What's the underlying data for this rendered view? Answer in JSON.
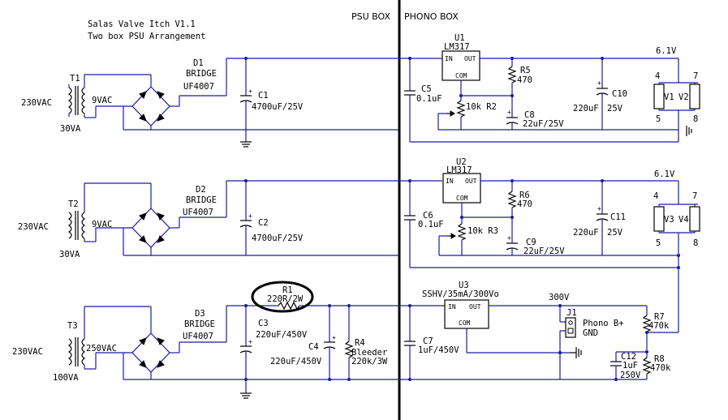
{
  "title": {
    "line1": "Salas Valve Itch V1.1",
    "line2": "Two box PSU Arrangement"
  },
  "section_labels": {
    "psu": "PSU BOX",
    "phono": "PHONO BOX"
  },
  "row1": {
    "t_ref": "T1",
    "t_primary": "230VAC",
    "t_secondary": "9VAC",
    "t_rating": "30VA",
    "d_ref": "D1",
    "d_type": "BRIDGE",
    "d_part": "UF4007",
    "c1_ref": "C1",
    "c1_val": "4700uF/25V",
    "c5_ref": "C5",
    "c5_val": "0.1uF",
    "u_ref": "U1",
    "u_part": "LM317",
    "pin_in": "IN",
    "pin_out": "OUT",
    "pin_com": "COM",
    "r5_ref": "R5",
    "r5_val": "470",
    "r2_text": "10k R2",
    "c8_ref": "C8",
    "c8_val": "22uF/25V",
    "c10_ref": "C10",
    "c10_val": "220uF",
    "c10_v": "25V",
    "vout": "6.1V",
    "pin4": "4",
    "pin7": "7",
    "pin5": "5",
    "pin8": "8",
    "valve_a": "V1",
    "valve_b": "V2"
  },
  "row2": {
    "t_ref": "T2",
    "t_primary": "230VAC",
    "t_secondary": "9VAC",
    "t_rating": "30VA",
    "d_ref": "D2",
    "d_type": "BRIDGE",
    "d_part": "UF4007",
    "c2_ref": "C2",
    "c2_val": "4700uF/25V",
    "c6_ref": "C6",
    "c6_val": "0.1uF",
    "u_ref": "U2",
    "u_part": "LM317",
    "pin_in": "IN",
    "pin_out": "OUT",
    "pin_com": "COM",
    "r6_ref": "R6",
    "r6_val": "470",
    "r3_text": "10k R3",
    "c9_ref": "C9",
    "c9_val": "22uF/25V",
    "c11_ref": "C11",
    "c11_val": "220uF",
    "c11_v": "25V",
    "vout": "6.1V",
    "pin4": "4",
    "pin7": "7",
    "pin5": "5",
    "pin8": "8",
    "valve_a": "V3",
    "valve_b": "V4"
  },
  "row3": {
    "t_ref": "T3",
    "t_primary": "230VAC",
    "t_secondary": "250VAC",
    "t_rating": "100VA",
    "d_ref": "D3",
    "d_type": "BRIDGE",
    "d_part": "UF4007",
    "r1_ref": "R1",
    "r1_val": "220R/2W",
    "c3_ref": "C3",
    "c3_val": "220uF/450V",
    "c4_ref": "C4",
    "c4_val": "220uF/450V",
    "r4_ref": "R4",
    "r4_name": "Bleeder",
    "r4_val": "220k/3W",
    "c7_ref": "C7",
    "c7_val": "1uF/450V",
    "u_ref": "U3",
    "u_part": "SSHV/35mA/300Vo",
    "pin_in": "IN",
    "pin_out": "OUT",
    "pin_com": "COM",
    "vout": "300V",
    "j1_ref": "J1",
    "j1_label1": "Phono B+",
    "j1_label2": "GND",
    "r7_ref": "R7",
    "r7_val": "470k",
    "r8_ref": "R8",
    "r8_val": "470k",
    "c12_ref": "C12",
    "c12_val": "1uF",
    "c12_v": "250V"
  }
}
